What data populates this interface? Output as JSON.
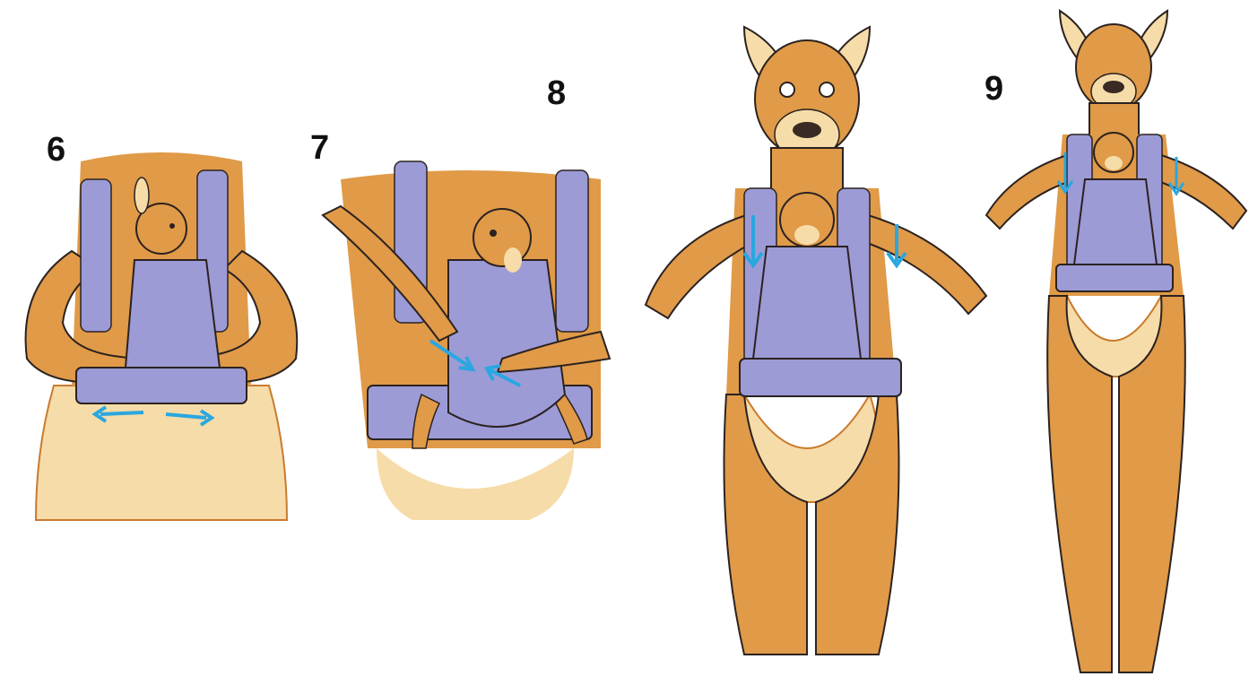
{
  "steps": [
    {
      "number": "6",
      "action": "waist-belt-adjust"
    },
    {
      "number": "7",
      "action": "push-seat-in"
    },
    {
      "number": "8",
      "action": "pull-shoulder-straps-down"
    },
    {
      "number": "9",
      "action": "pull-shoulder-straps-down"
    }
  ],
  "colors": {
    "background": "#ffffff",
    "fur": "#e09a48",
    "fur_dark": "#c97a2e",
    "belly": "#f6dca8",
    "carrier": "#9c9bd6",
    "carrier_dark": "#7b7ab8",
    "arrow": "#2aa7e0",
    "outline": "#2b2220",
    "nose": "#3a2a24"
  }
}
